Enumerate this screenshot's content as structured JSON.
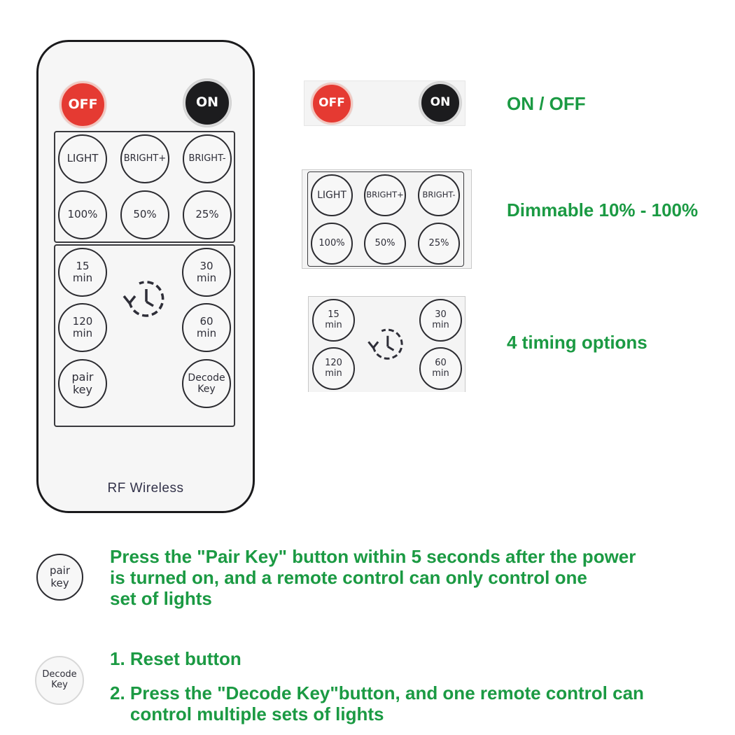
{
  "remote": {
    "off_label": "OFF",
    "on_label": "ON",
    "light": "LIGHT",
    "bright_plus": "BRIGHT+",
    "bright_minus": "BRIGHT-",
    "pct100": "100%",
    "pct50": "50%",
    "pct25": "25%",
    "t15": "15\nmin",
    "t30": "30\nmin",
    "t120": "120\nmin",
    "t60": "60\nmin",
    "pair": "pair\nkey",
    "decode": "Decode\nKey",
    "footer": "RF Wireless"
  },
  "features": {
    "onoff": "ON / OFF",
    "dimmable": "Dimmable 10% - 100%",
    "timing": "4 timing options"
  },
  "instructions": {
    "pair_icon": "pair\nkey",
    "pair_text": "Press the \"Pair Key\" button within 5 seconds after the power\nis turned on, and a remote control can only control one\nset of lights",
    "decode_icon": "Decode\nKey",
    "decode_line1": "1. Reset button",
    "decode_line2": "2. Press the \"Decode Key\"button, and one remote control can\n    control multiple sets of lights"
  },
  "colors": {
    "accent_green": "#1b9a43",
    "off_red": "#e53a32",
    "on_black": "#1c1c1e"
  }
}
